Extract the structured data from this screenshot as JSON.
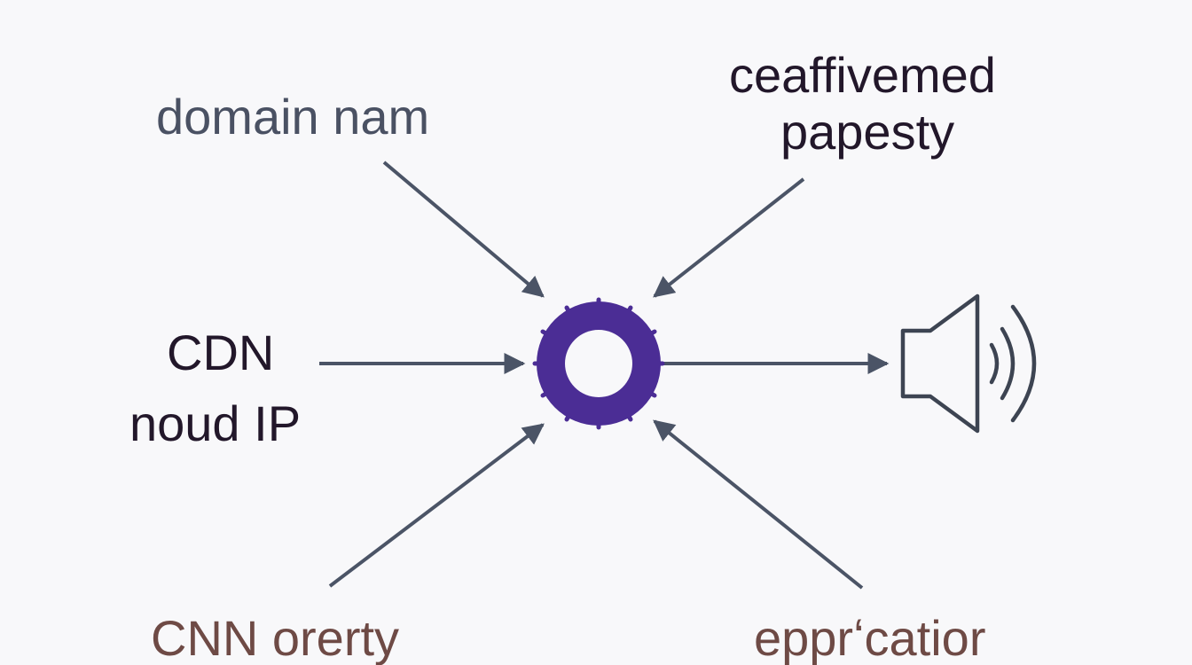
{
  "labels": {
    "top_left": {
      "lines": [
        "domain nam"
      ]
    },
    "top_right": {
      "lines": [
        "ceaffivemed",
        "papesty"
      ]
    },
    "middle_left": {
      "lines": [
        "CDN",
        "noud IP"
      ]
    },
    "bottom_left": {
      "lines": [
        "CNN orerty"
      ]
    },
    "bottom_right": {
      "lines": [
        "epprʻcatior"
      ]
    }
  },
  "icons": {
    "hub": "gear-icon",
    "output": "speaker-volume-icon"
  },
  "colors": {
    "background": "#f8f8fa",
    "hub": "#4b2d95",
    "arrow": "#4b5466",
    "speaker": "#3d4452",
    "text_dark": "#22172a",
    "text_slate": "#4a5163",
    "text_brown": "#6e4a45"
  }
}
